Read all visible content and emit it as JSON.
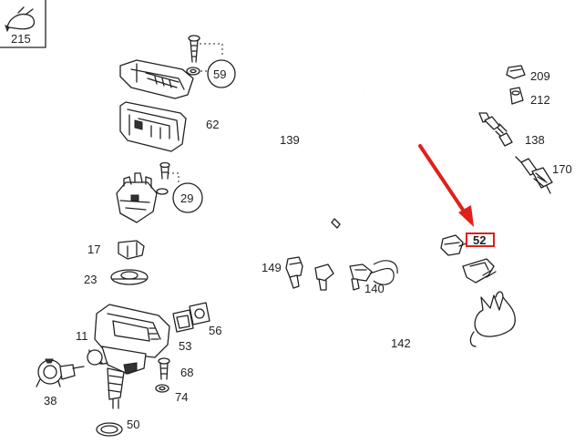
{
  "labels": {
    "p215": "215",
    "p59": "59",
    "p62": "62",
    "p29": "29",
    "p17": "17",
    "p23": "23",
    "p11": "11",
    "p56": "56",
    "p53": "53",
    "p68": "68",
    "p74": "74",
    "p38": "38",
    "p50": "50",
    "p139": "139",
    "p149": "149",
    "p140": "140",
    "p142": "142",
    "p209": "209",
    "p212": "212",
    "p138": "138",
    "p170": "170",
    "p52": "52"
  },
  "colors": {
    "line": "#222222",
    "highlight": "#e0201a"
  }
}
